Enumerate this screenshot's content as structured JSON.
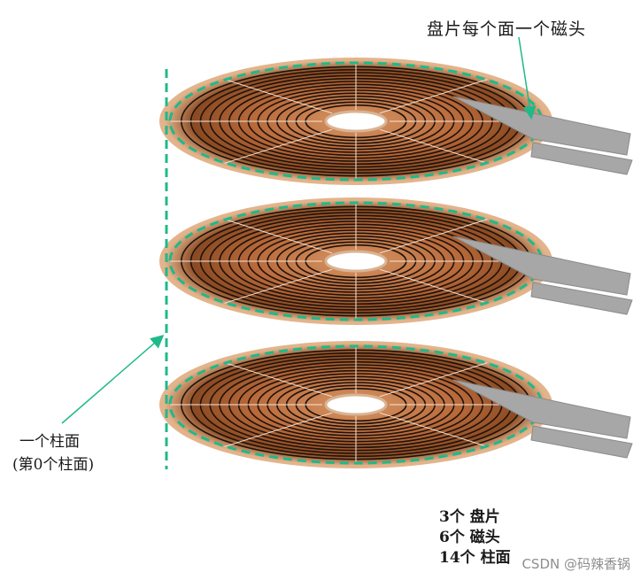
{
  "labels": {
    "heads_per_surface": "盘片每个面一个磁头",
    "cylinder_line1": "一个柱面",
    "cylinder_line2": "(第0个柱面)",
    "summary": [
      "3个 盘片",
      "6个 磁头",
      "14个 柱面"
    ],
    "watermark": "CSDN @码辣香锅"
  },
  "diagram": {
    "platter_count": 3,
    "tracks_per_platter": 14,
    "sectors_per_platter": 8,
    "colors": {
      "platter_dark": "#7a3f1c",
      "platter_mid": "#b8693a",
      "platter_light": "#e3b48c",
      "track": "#1f120a",
      "cylinder": "#1fb98a",
      "arm": "#a7a7a7"
    }
  }
}
